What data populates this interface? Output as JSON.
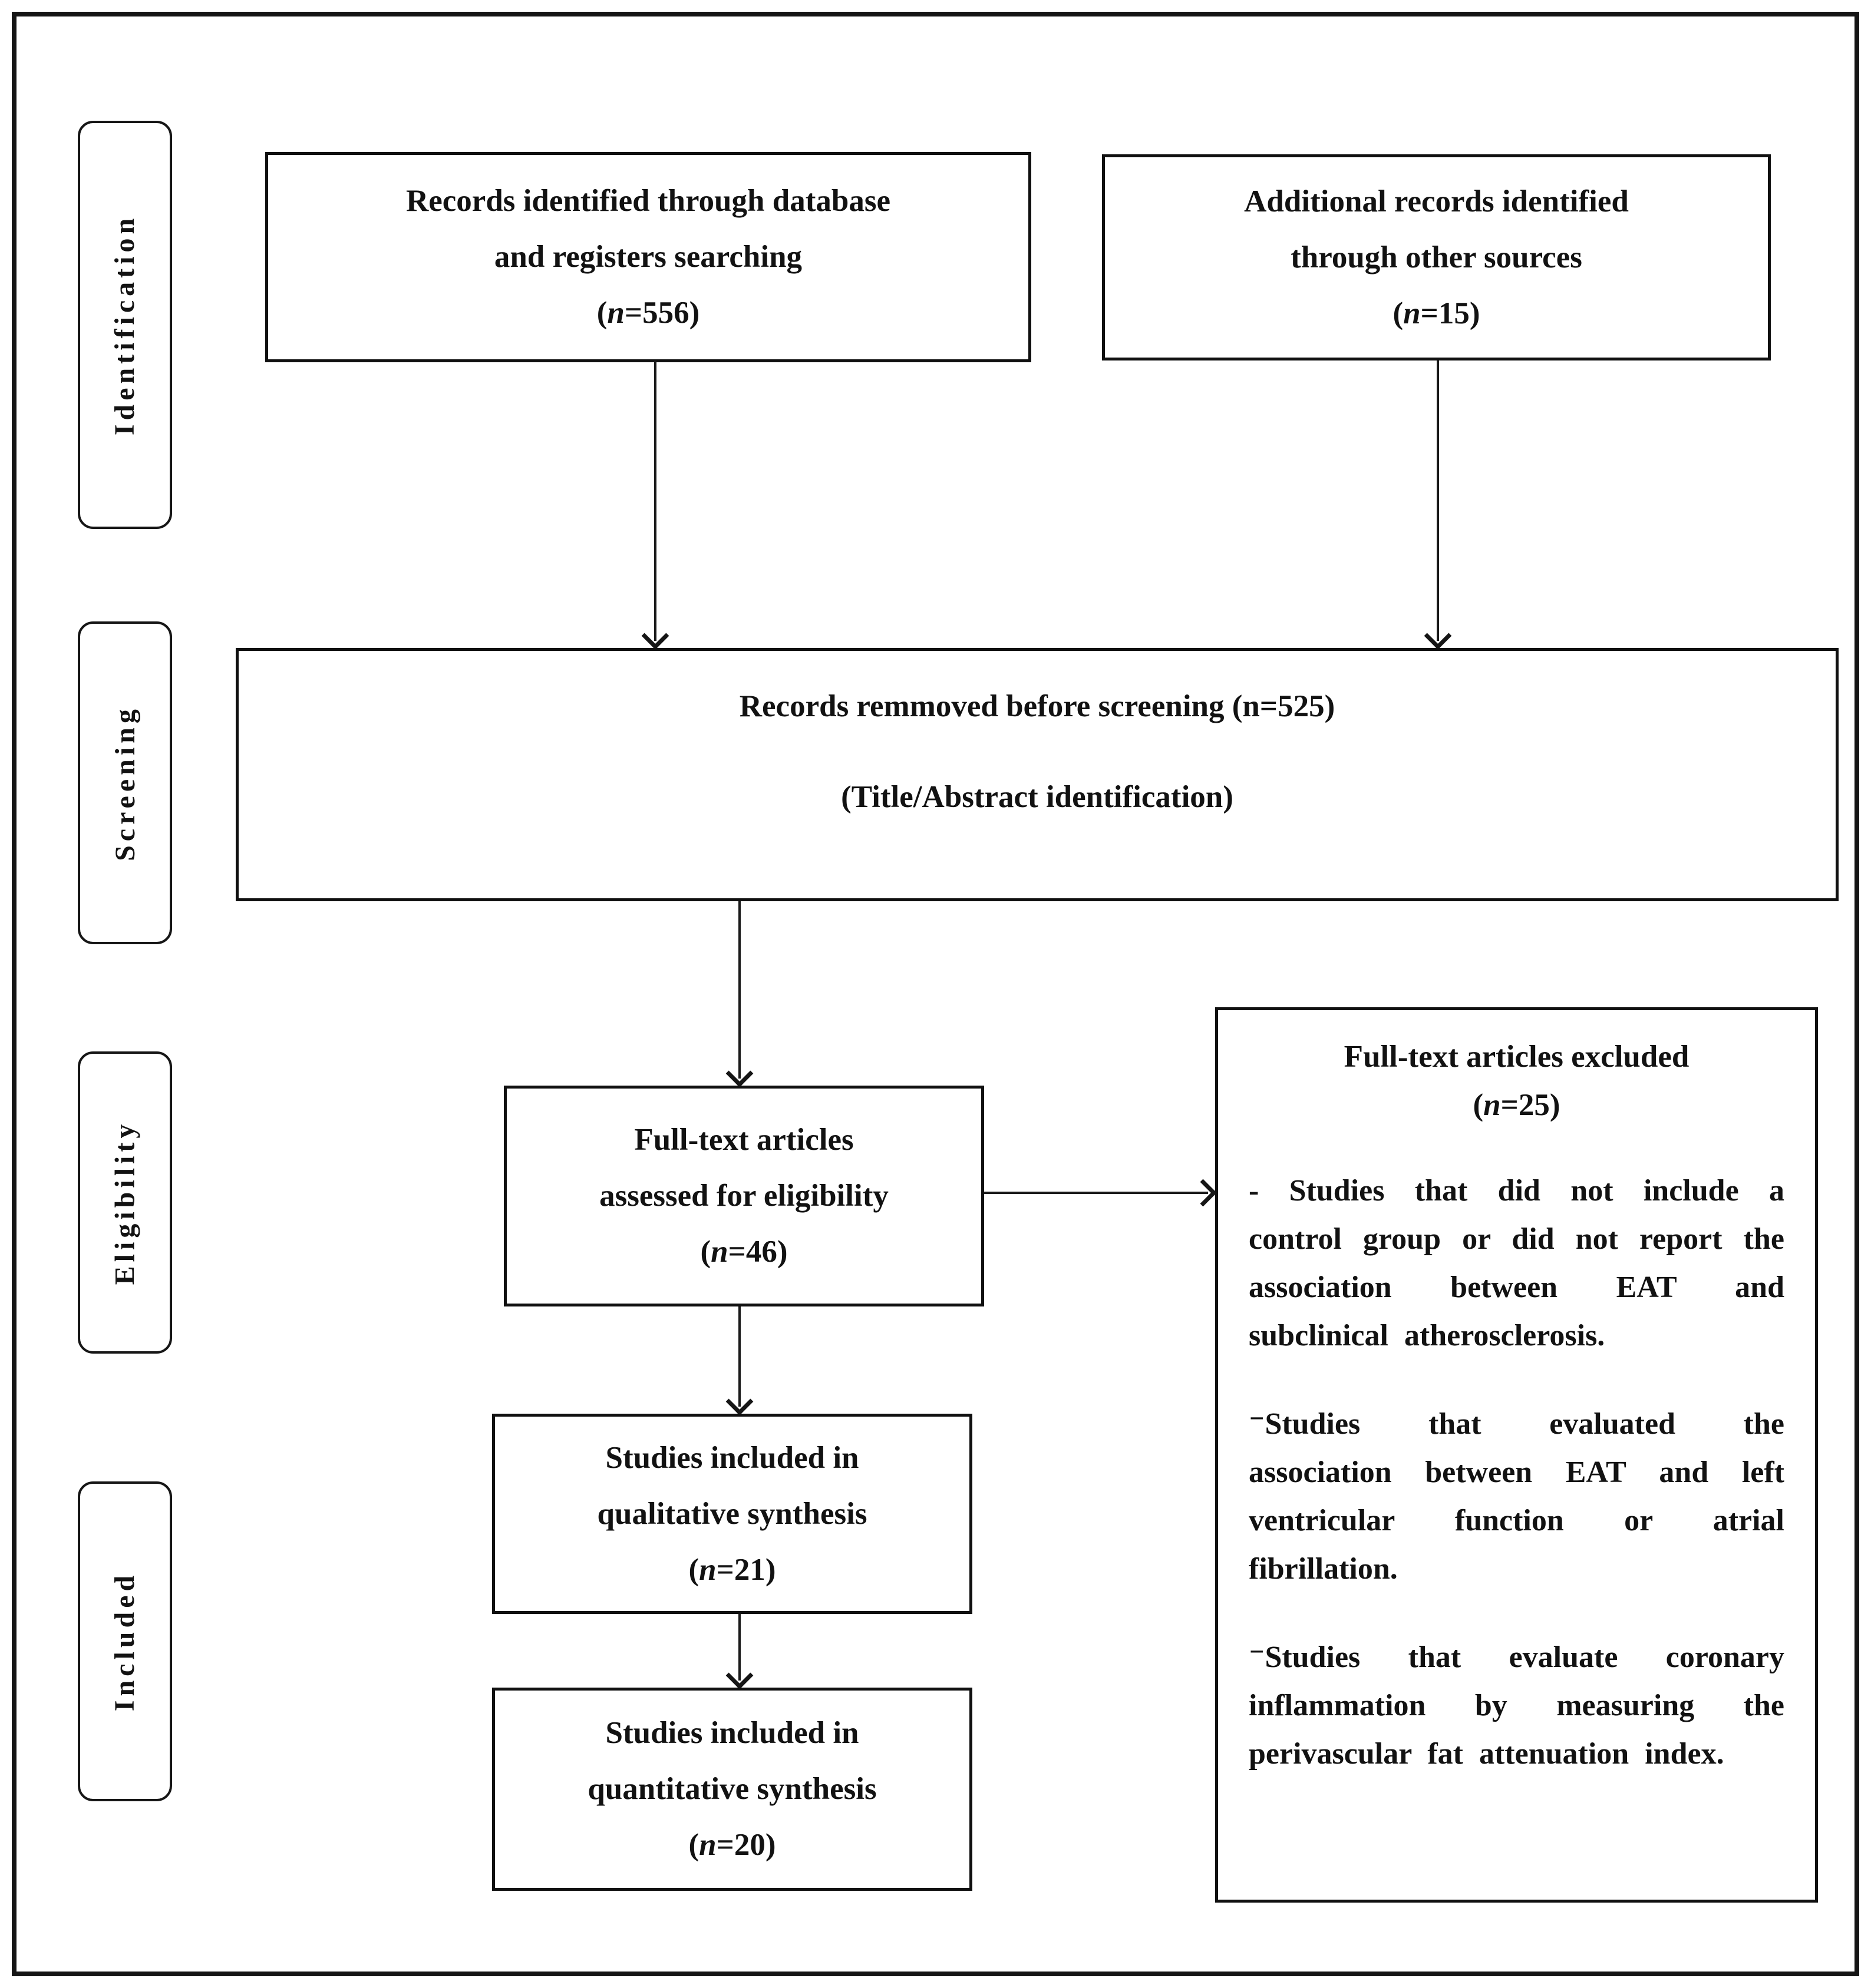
{
  "colors": {
    "ink": "#121212",
    "paper": "#ffffff"
  },
  "stages": {
    "identification": "Identification",
    "screening": "Screening",
    "eligibility": "Eligibility",
    "included": "Included"
  },
  "boxes": {
    "records_identified": {
      "line1": "Records identified through database",
      "line2": "and registers searching",
      "count_open": "(",
      "count_var": "n",
      "count_rest": "=556)"
    },
    "additional_records": {
      "line1": "Additional records identified",
      "line2": "through other sources",
      "count_open": "(",
      "count_var": "n",
      "count_rest": "=15)"
    },
    "records_removed": {
      "line1": "Records remmoved before screening (n=525)",
      "line2": "(Title/Abstract identification)"
    },
    "fulltext_assessed": {
      "line1": "Full-text articles",
      "line2": "assessed for eligibility",
      "count_open": "(",
      "count_var": "n",
      "count_rest": "=46)"
    },
    "fulltext_excluded": {
      "title": "Full-text articles excluded",
      "count_open": "(",
      "count_var": "n",
      "count_rest": "=25)",
      "bullets": [
        "- Studies that did not include a control group or did not report the association between EAT and subclinical atherosclerosis.",
        "⁻Studies that evaluated the association between EAT and left ventricular function or atrial fibrillation.",
        "⁻Studies that evaluate coronary inflammation by measuring the perivascular fat attenuation index."
      ]
    },
    "qualitative_synthesis": {
      "line1": "Studies included in",
      "line2": "qualitative synthesis",
      "count_open": "(",
      "count_var": "n",
      "count_rest": "=21)"
    },
    "quantitative_synthesis": {
      "line1": "Studies included in",
      "line2": "quantitative synthesis",
      "count_open": "(",
      "count_var": "n",
      "count_rest": "=20)"
    }
  }
}
